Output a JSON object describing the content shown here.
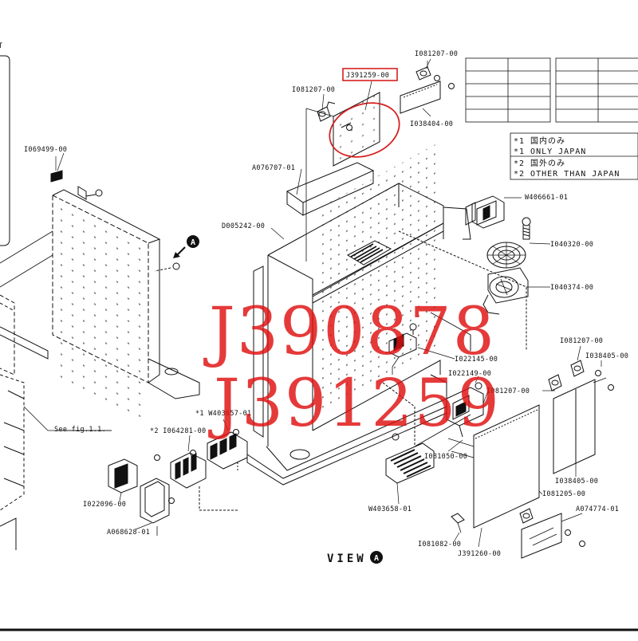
{
  "watermark": {
    "line1": "J390878",
    "line2": "J391259"
  },
  "highlighted_part": "J391259-00",
  "view_label": "VIEW",
  "view_marker": "A",
  "ref_marker": "A",
  "partial_header": "T",
  "see_figure": "See fig.1.1.",
  "notes": {
    "n1_jp": "*1 国内のみ",
    "n1_en": "*1 ONLY JAPAN",
    "n2_jp": "*2 国外のみ",
    "n2_en": "*2 OTHER THAN JAPAN"
  },
  "parts": {
    "I081207_top": "I081207-00",
    "I081207_left": "I081207-00",
    "I038404": "I038404-00",
    "I069499": "I069499-00",
    "A076707": "A076707-01",
    "D005242": "D005242-00",
    "W406661": "W406661-01",
    "I040320": "I040320-00",
    "I040374": "I040374-00",
    "I081207_right": "I081207-00",
    "I038405_a": "I038405-00",
    "I022145": "I022145-00",
    "I022149": "I022149-00",
    "I081207_mid": "I081207-00",
    "W403657": "*1 W403657-01",
    "I064281": "*2 I064281-00",
    "I081050": "I081050-00",
    "I038405_b": "I038405-00",
    "I081205": "I081205-00",
    "A074774": "A074774-01",
    "I022096": "I022096-00",
    "W403658": "W403658-01",
    "A068628": "A068628-01",
    "I081082": "I081082-00",
    "J391260": "J391260-00"
  },
  "colors": {
    "highlight": "#d62020",
    "watermark": "#e01010",
    "line": "#111111"
  }
}
